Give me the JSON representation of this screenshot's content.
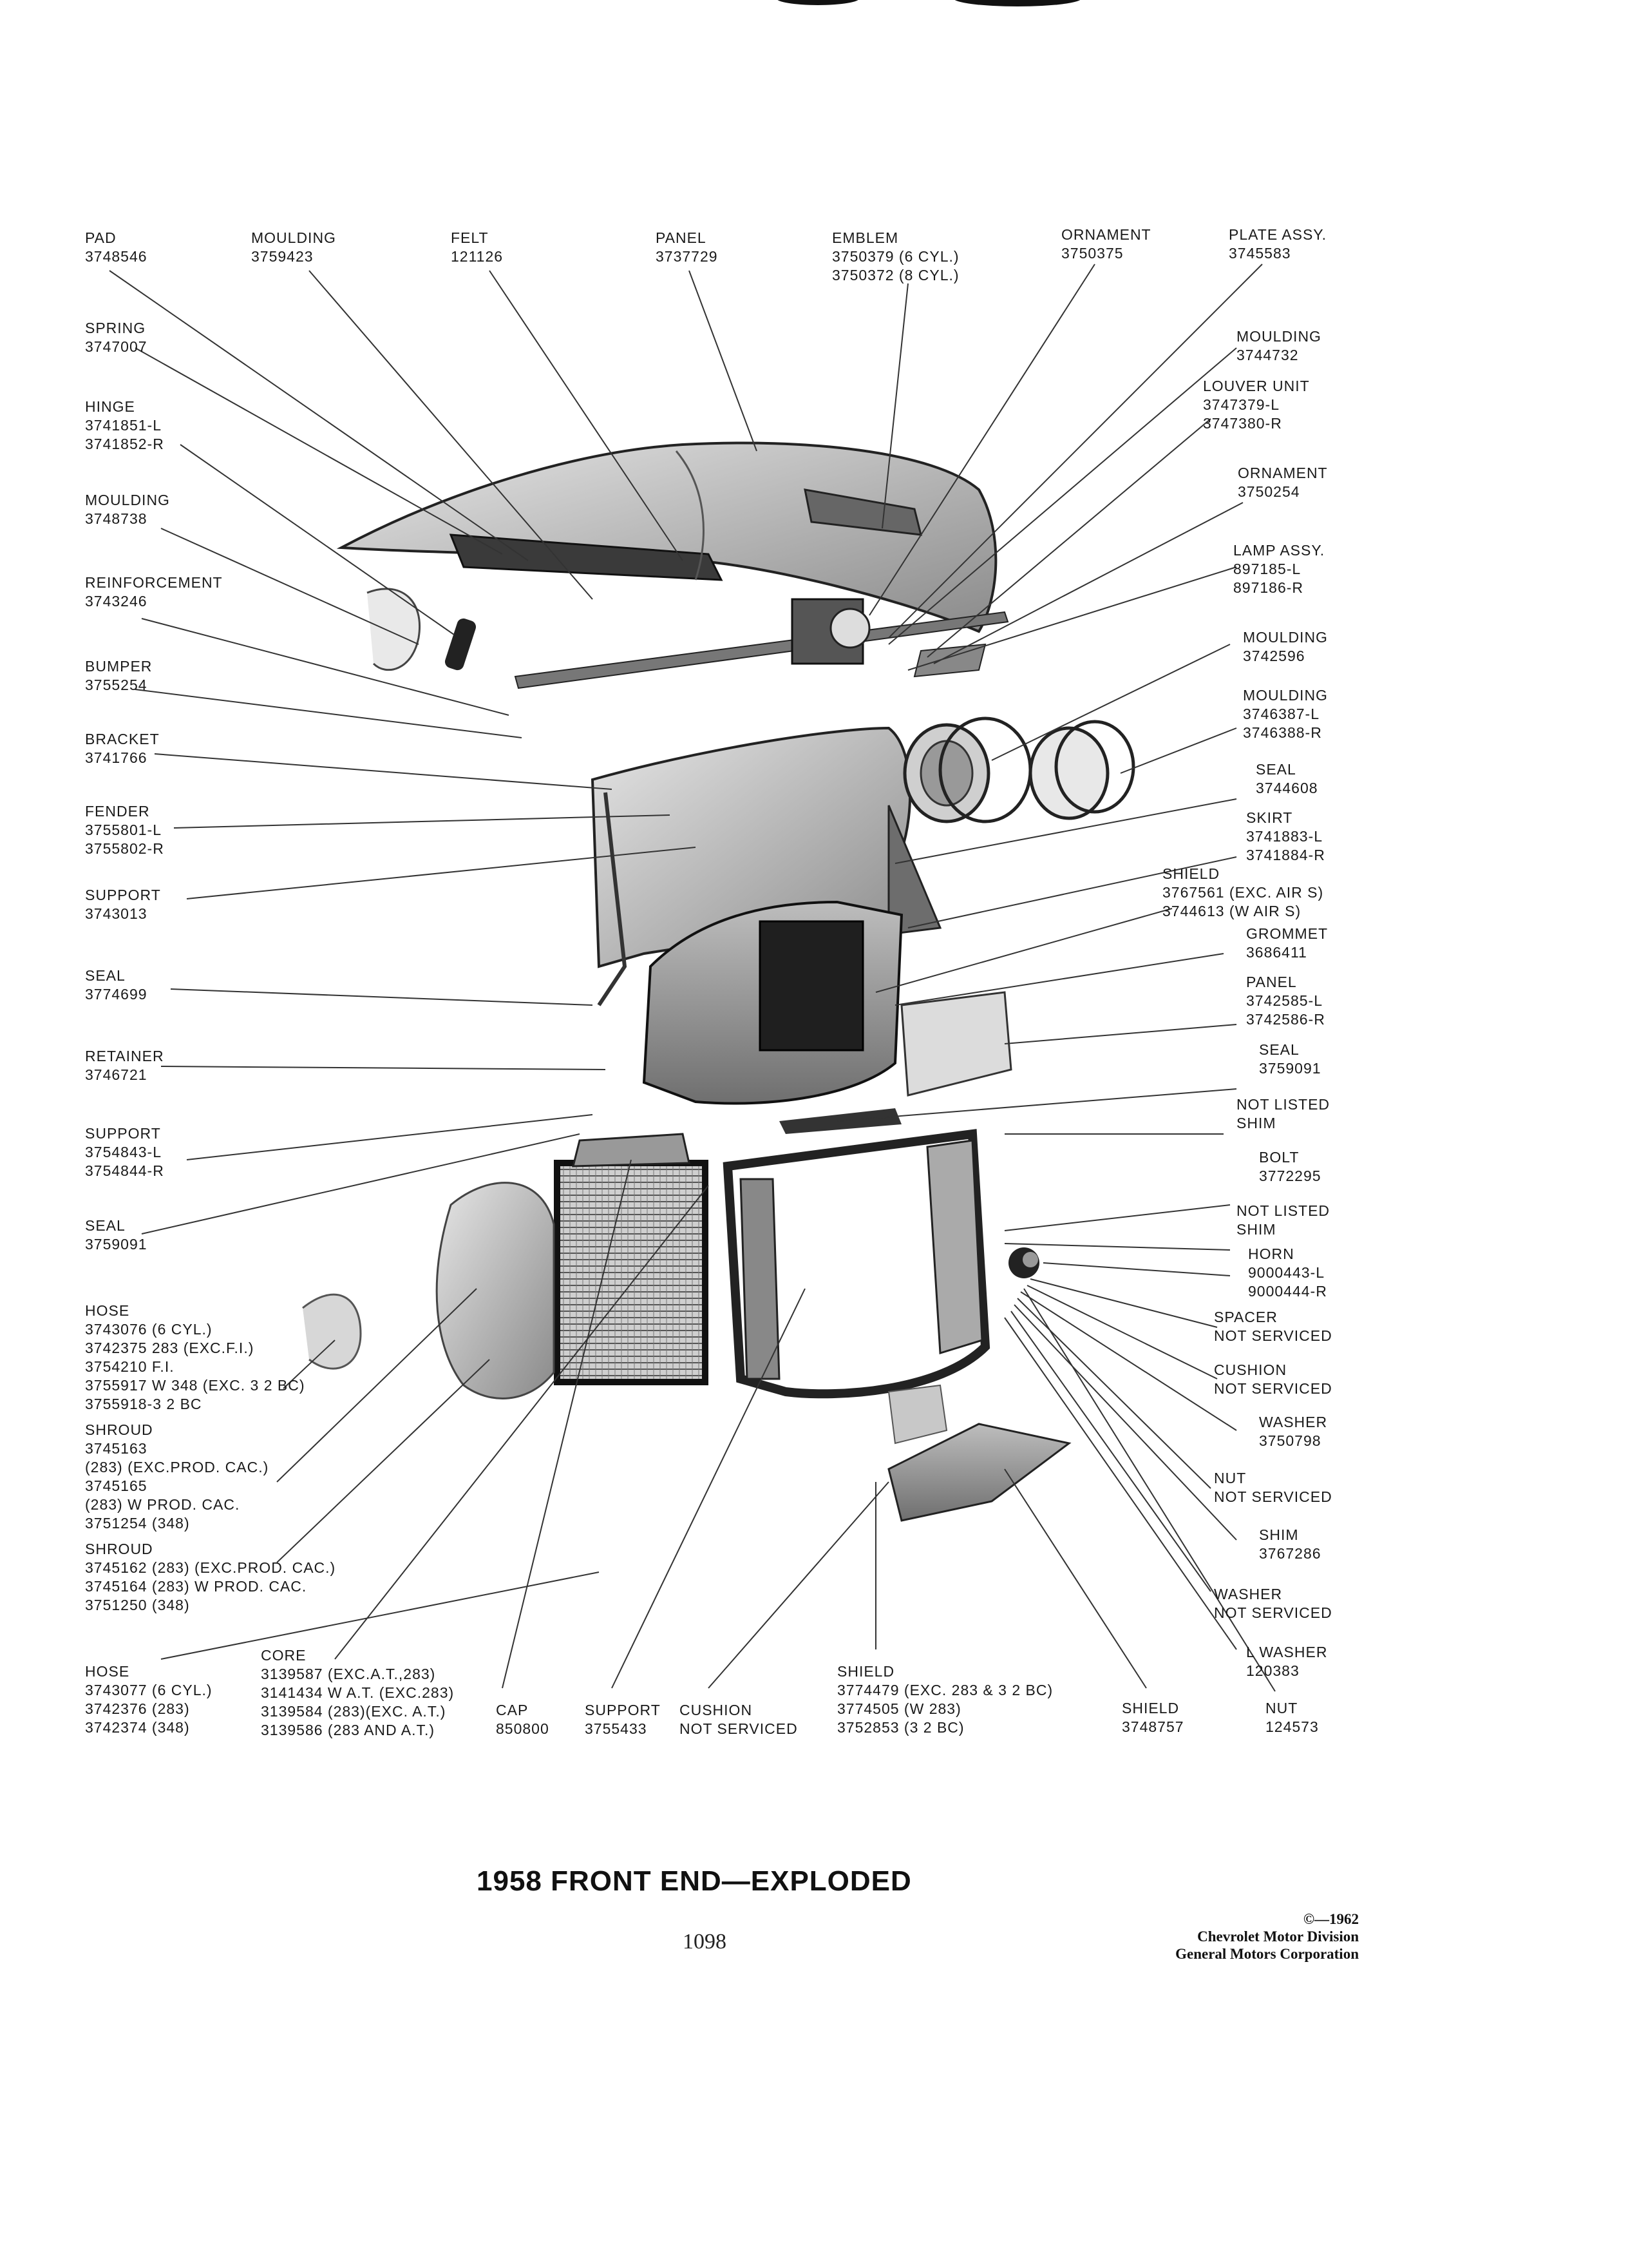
{
  "title": "1958 FRONT END—EXPLODED",
  "page_number": "1098",
  "credit": [
    "©—1962",
    "Chevrolet Motor Division",
    "General Motors Corporation"
  ],
  "callouts": {
    "pad": [
      "PAD",
      "3748546"
    ],
    "moulding_top": [
      "MOULDING",
      "3759423"
    ],
    "felt": [
      "FELT",
      "121126"
    ],
    "panel_top": [
      "PANEL",
      "3737729"
    ],
    "emblem": [
      "EMBLEM",
      "3750379 (6 CYL.)",
      "3750372 (8 CYL.)"
    ],
    "ornament_top": [
      "ORNAMENT",
      "3750375"
    ],
    "plate_assy": [
      "PLATE ASSY.",
      "3745583"
    ],
    "spring": [
      "SPRING",
      "3747007"
    ],
    "hinge": [
      "HINGE",
      "3741851-L",
      "3741852-R"
    ],
    "moulding_left": [
      "MOULDING",
      "3748738"
    ],
    "reinforcement": [
      "REINFORCEMENT",
      "3743246"
    ],
    "bumper": [
      "BUMPER",
      "3755254"
    ],
    "bracket": [
      "BRACKET",
      "3741766"
    ],
    "fender": [
      "FENDER",
      "3755801-L",
      "3755802-R"
    ],
    "support_left": [
      "SUPPORT",
      "3743013"
    ],
    "seal_left": [
      "SEAL",
      "3774699"
    ],
    "retainer": [
      "RETAINER",
      "3746721"
    ],
    "support_left2": [
      "SUPPORT",
      "3754843-L",
      "3754844-R"
    ],
    "seal_left2": [
      "SEAL",
      "3759091"
    ],
    "hose_left": [
      "HOSE",
      "3743076 (6 CYL.)",
      "3742375 283 (EXC.F.I.)",
      "3754210 F.I.",
      "3755917 W 348 (EXC. 3 2 BC)",
      "3755918-3 2 BC"
    ],
    "shroud_1": [
      "SHROUD",
      "3745163",
      "(283) (EXC.PROD. CAC.)",
      "3745165",
      "(283) W PROD. CAC.",
      "3751254 (348)"
    ],
    "shroud_2": [
      "SHROUD",
      "3745162 (283) (EXC.PROD. CAC.)",
      "3745164 (283) W PROD. CAC.",
      "3751250 (348)"
    ],
    "hose_bottom": [
      "HOSE",
      "3743077 (6 CYL.)",
      "3742376 (283)",
      "3742374 (348)"
    ],
    "core": [
      "CORE",
      "3139587 (EXC.A.T.,283)",
      "3141434 W A.T. (EXC.283)",
      "3139584 (283)(EXC. A.T.)",
      "3139586 (283 AND A.T.)"
    ],
    "cap": [
      "CAP",
      "850800"
    ],
    "support_bottom": [
      "SUPPORT",
      "3755433"
    ],
    "cushion_bottom": [
      "CUSHION",
      "NOT SERVICED"
    ],
    "shield_bottom": [
      "SHIELD",
      "3774479 (EXC. 283 & 3 2 BC)",
      "3774505 (W 283)",
      "3752853 (3 2 BC)"
    ],
    "shield_bottom_right": [
      "SHIELD",
      "3748757"
    ],
    "nut_bottom": [
      "NUT",
      "124573"
    ],
    "moulding_r1": [
      "MOULDING",
      "3744732"
    ],
    "louver_unit": [
      "LOUVER UNIT",
      "3747379-L",
      "3747380-R"
    ],
    "ornament_right": [
      "ORNAMENT",
      "3750254"
    ],
    "lamp_assy": [
      "LAMP ASSY.",
      "897185-L",
      "897186-R"
    ],
    "moulding_r2": [
      "MOULDING",
      "3742596"
    ],
    "moulding_r3": [
      "MOULDING",
      "3746387-L",
      "3746388-R"
    ],
    "seal_r1": [
      "SEAL",
      "3744608"
    ],
    "skirt": [
      "SKIRT",
      "3741883-L",
      "3741884-R"
    ],
    "shield_mid": [
      "SHIELD",
      "3767561 (EXC. AIR S)",
      "3744613 (W AIR S)"
    ],
    "grommet": [
      "GROMMET",
      "3686411"
    ],
    "panel_right": [
      "PANEL",
      "3742585-L",
      "3742586-R"
    ],
    "seal_r2": [
      "SEAL",
      "3759091"
    ],
    "not_listed_1": [
      "NOT LISTED",
      "SHIM"
    ],
    "bolt": [
      "BOLT",
      "3772295"
    ],
    "not_listed_2": [
      "NOT LISTED",
      "SHIM"
    ],
    "horn": [
      "HORN",
      "9000443-L",
      "9000444-R"
    ],
    "spacer": [
      "SPACER",
      "NOT SERVICED"
    ],
    "cushion_right": [
      "CUSHION",
      "NOT SERVICED"
    ],
    "washer_r1": [
      "WASHER",
      "3750798"
    ],
    "nut_right": [
      "NUT",
      "NOT SERVICED"
    ],
    "shim_right": [
      "SHIM",
      "3767286"
    ],
    "washer_r2": [
      "WASHER",
      "NOT SERVICED"
    ],
    "l_washer": [
      "L WASHER",
      "120383"
    ]
  }
}
